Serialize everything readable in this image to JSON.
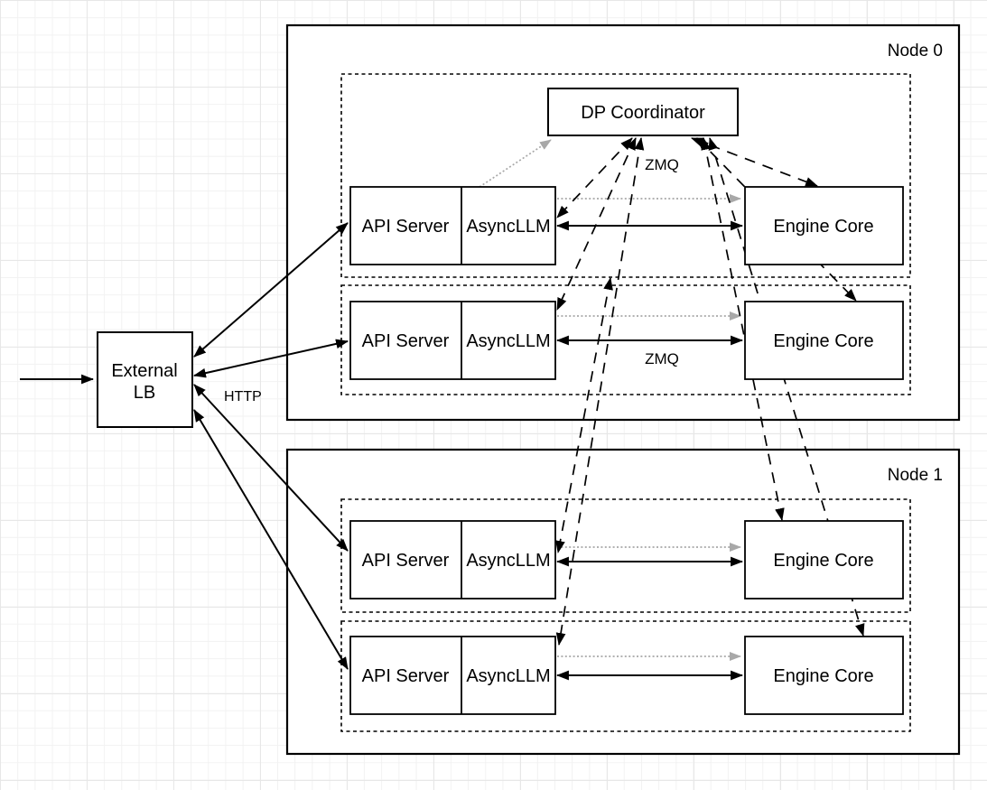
{
  "diagram": {
    "labels": {
      "node0": "Node 0",
      "node1": "Node 1",
      "dp_coordinator": "DP Coordinator",
      "api_server": "API Server",
      "asyncllm": "AsyncLLM",
      "engine_core": "Engine Core",
      "external_lb_line1": "External",
      "external_lb_line2": "LB",
      "http": "HTTP",
      "zmq": "ZMQ"
    },
    "colors": {
      "line_black": "#000000",
      "dotted_gray": "#a8a8a8",
      "box_fill": "#ffffff",
      "grid_minor": "#f2f2f2",
      "grid_major": "#e7e7e7"
    },
    "legend": {
      "solid_arrows": "External LB <-> API Server (HTTP), AsyncLLM <-> Engine Core (ZMQ)",
      "dashed_arrows": "DP Coordinator <-> AsyncLLM / Engine Core control links",
      "dotted_gray_arrows": "AsyncLLM -> Engine Core and AsyncLLM -> DP Coordinator"
    }
  }
}
